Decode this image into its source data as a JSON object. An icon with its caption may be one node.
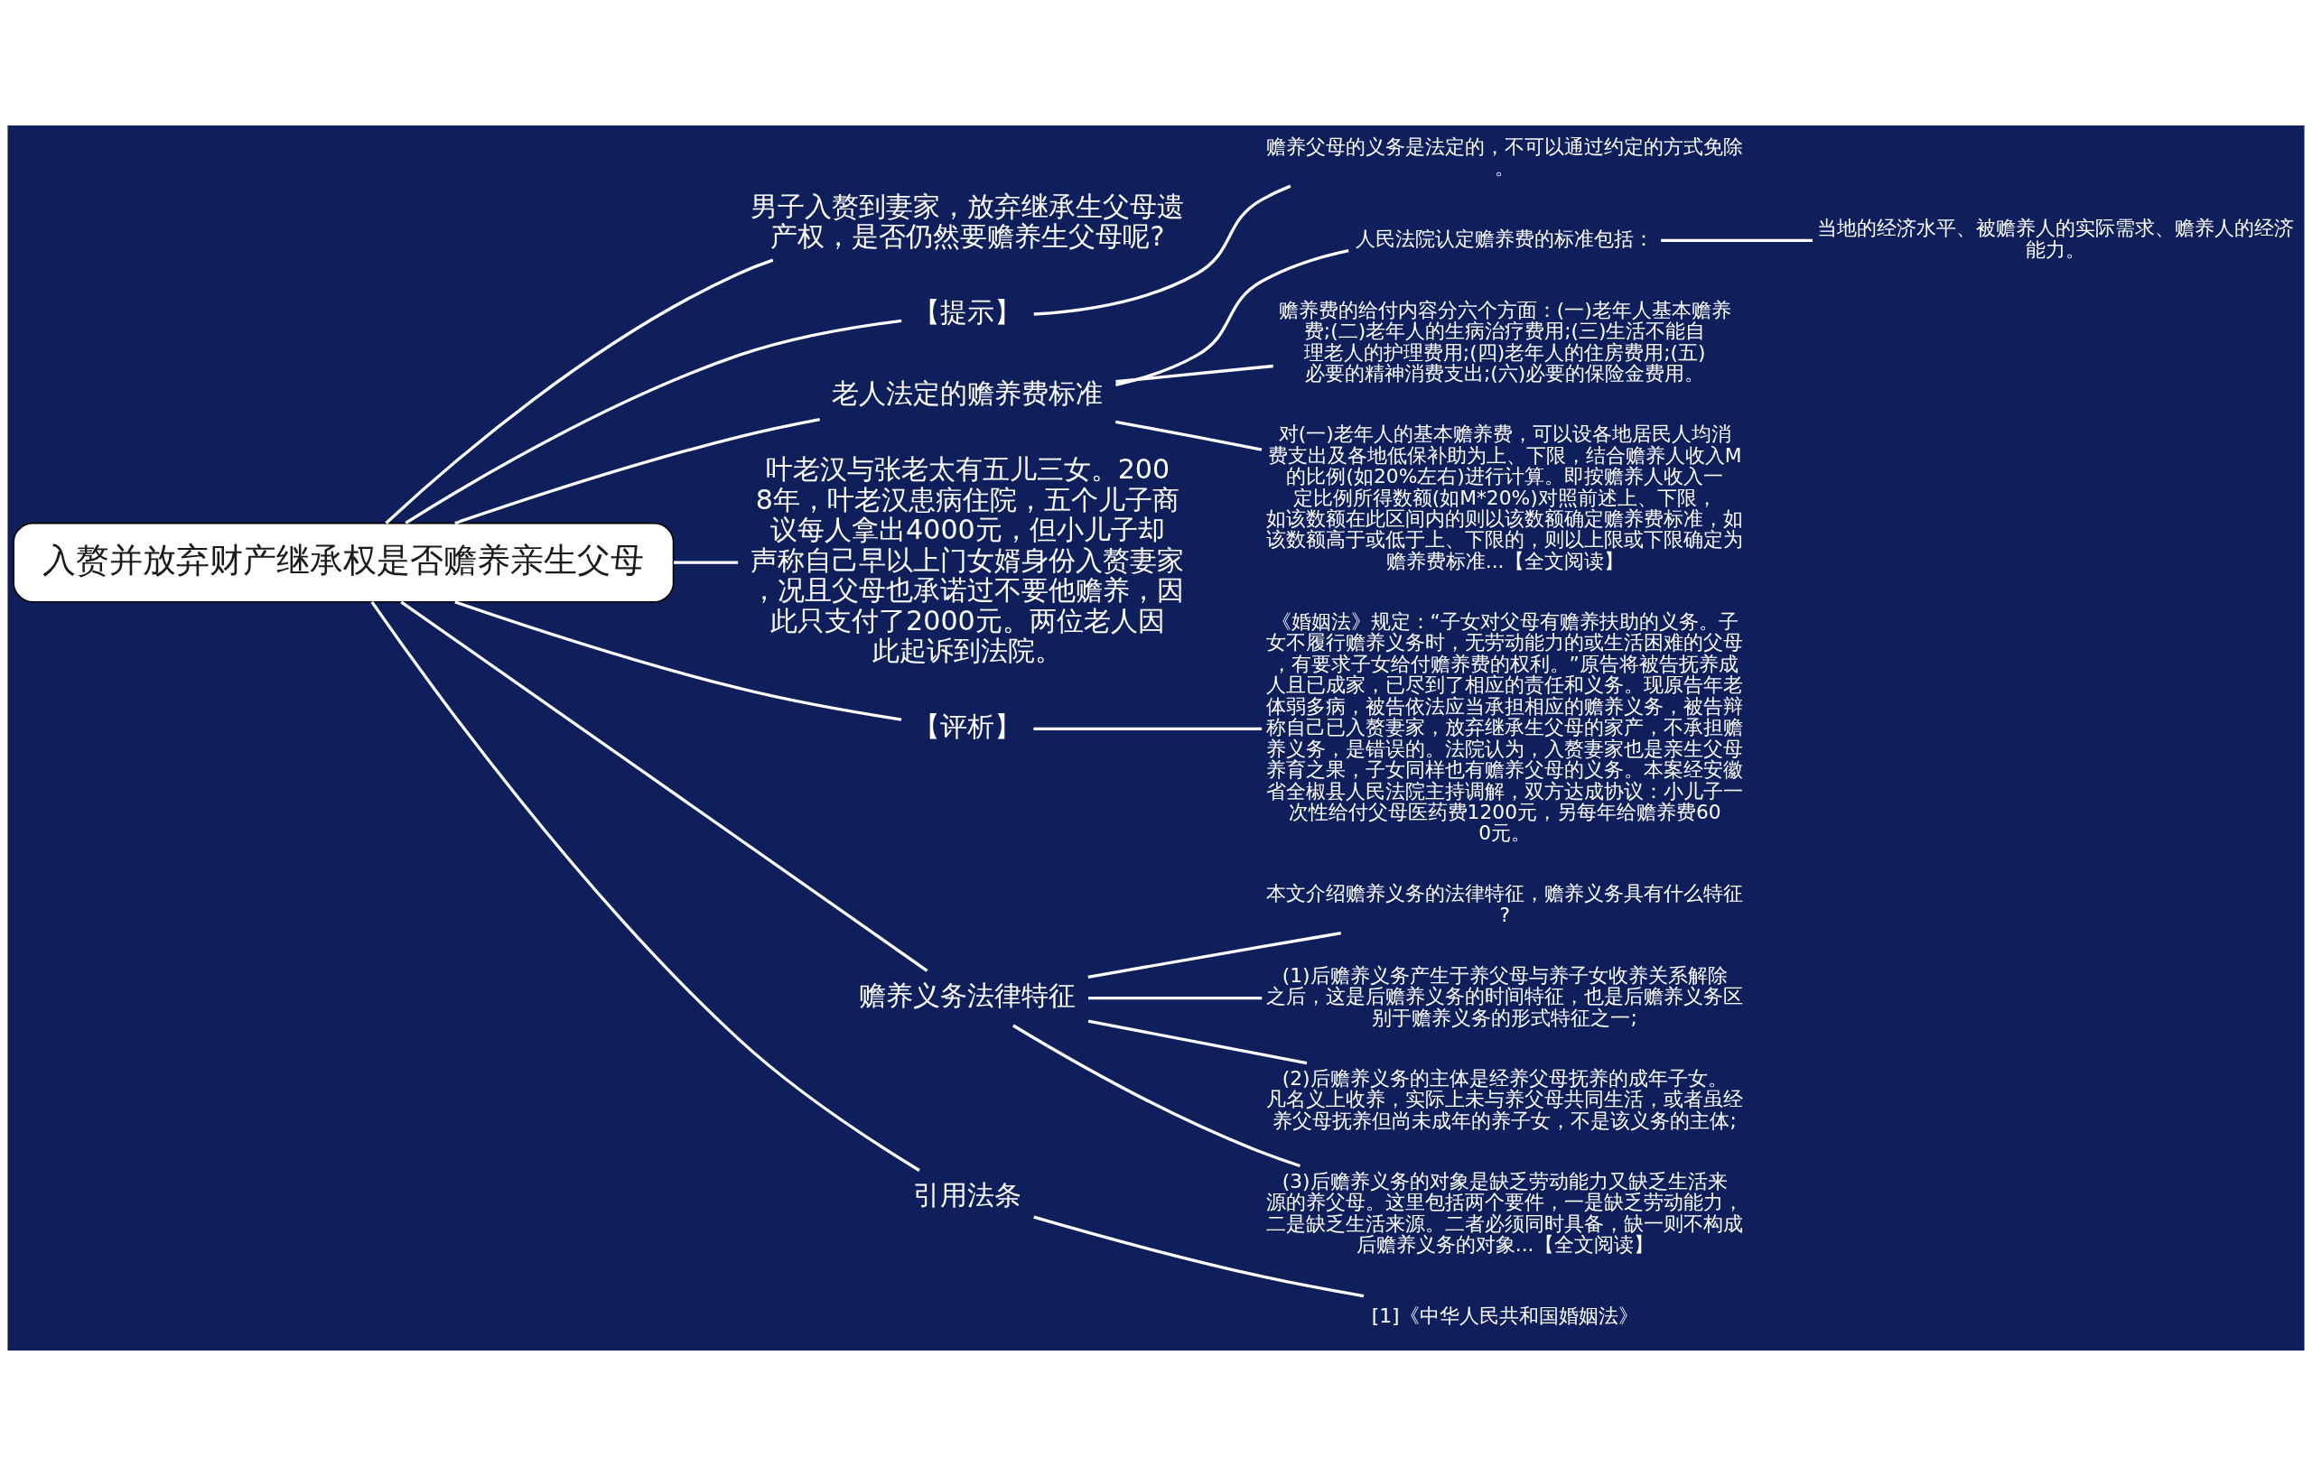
{
  "diagram": {
    "nodes": [
      {
        "text": [
          "入赘并放弃财产继承权是否赡养亲生父母"
        ]
      },
      {
        "text": [
          "男子入赘到妻家，放弃继承生父母遗产权，是否仍然要赡养生父母呢?"
        ]
      },
      {
        "text": [
          "【提示】"
        ]
      },
      {
        "text": [
          "赡养父母的义务是法定的，不可以通过约定的方式免除。"
        ]
      },
      {
        "text": [
          "老人法定的赡养费标准"
        ]
      },
      {
        "text": [
          "人民法院认定赡养费的标准包括："
        ]
      },
      {
        "text": [
          "当地的经济水平、被赡养人的实际需求、赡养人的经济能力。"
        ]
      },
      {
        "text": [
          "赡养费的给付内容分六个方面：(一)老年人基本赡养费;(二)老年人的生病治疗费用;(三)生活不能自理老人的护理费用;(四)老年人的住房费用;(五)必要的精神消费支出;(六)必要的保险金费用。"
        ]
      },
      {
        "text": [
          "对(一)老年人的基本赡养费，可以设各地居民人均消费支出及各地低保补助为上、下限，结合赡养人收入M的比例(如20%左右)进行计算。即按赡养人收入一定比例所得数额(如M*20%)对照前述上、下限，如该数额在此区间内的则以该数额确定赡养费标准，如该数额高于或低于上、下限的，则以上限或下限确定为赡养费标准...【全文阅读】"
        ]
      },
      {
        "text": [
          "叶老汉与张老太有五儿三女。2008年，叶老汉患病住院，五个儿子商议每人拿出4000元，但小儿子却声称自己早以上门女婿身份入赘妻家，况且父母也承诺过不要他赡养，因此只支付了2000元。两位老人因此起诉到法院。"
        ]
      },
      {
        "text": [
          "【评析】"
        ]
      },
      {
        "text": [
          "《婚姻法》规定：“子女对父母有赡养扶助的义务。子女不履行赡养义务时，无劳动能力的或生活困难的父母，有要求子女给付赡养费的权利。”原告将被告抚养成人且已成家，已尽到了相应的责任和义务。现原告年老体弱多病，被告依法应当承担相应的赡养义务，被告辩称自己已入赘妻家，放弃继承生父母的家产，不承担赡养义务，是错误的。法院认为，入赘妻家也是亲生父母养育之果，子女同样也有赡养父母的义务。本案经安徽省全椒县人民法院主持调解，双方达成协议：小儿子一次性给付父母医药费1200元，另每年给赡养费600元。"
        ]
      },
      {
        "text": [
          "赡养义务法律特征"
        ]
      },
      {
        "text": [
          "本文介绍赡养义务的法律特征，赡养义务具有什么特征?"
        ]
      },
      {
        "text": [
          "(1)后赡养义务产生于养父母与养子女收养关系解除之后，这是后赡养义务的时间特征，也是后赡养义务区别于赡养义务的形式特征之一;"
        ]
      },
      {
        "text": [
          "(2)后赡养义务的主体是经养父母抚养的成年子女。凡名义上收养，实际上未与养父母共同生活，或者虽经养父母抚养但尚未成年的养子女，不是该义务的主体;"
        ]
      },
      {
        "text": [
          "(3)后赡养义务的对象是缺乏劳动能力又缺乏生活来源的养父母。这里包括两个要件，一是缺乏劳动能力，二是缺乏生活来源。二者必须同时具备，缺一则不构成后赡养义务的对象...【全文阅读】"
        ]
      },
      {
        "text": [
          "引用法条"
        ]
      },
      {
        "text": [
          "[1]《中华人民共和国婚姻法》"
        ]
      }
    ],
    "edges": [
      {
        "from": 0,
        "to": 1,
        "arrow": "none"
      },
      {
        "from": 0,
        "to": 2,
        "arrow": "none"
      },
      {
        "from": 2,
        "to": 3,
        "arrow": "none"
      },
      {
        "from": 0,
        "to": 4,
        "arrow": "none"
      },
      {
        "from": 4,
        "to": 5,
        "arrow": "none"
      },
      {
        "from": 5,
        "to": 6,
        "arrow": "none"
      },
      {
        "from": 4,
        "to": 7,
        "arrow": "none"
      },
      {
        "from": 4,
        "to": 8,
        "arrow": "none"
      },
      {
        "from": 0,
        "to": 9,
        "arrow": "none"
      },
      {
        "from": 0,
        "to": 10,
        "arrow": "none"
      },
      {
        "from": 10,
        "to": 11,
        "arrow": "none"
      },
      {
        "from": 0,
        "to": 12,
        "arrow": "none"
      },
      {
        "from": 12,
        "to": 13,
        "arrow": "none"
      },
      {
        "from": 12,
        "to": 14,
        "arrow": "none"
      },
      {
        "from": 12,
        "to": 15,
        "arrow": "none"
      },
      {
        "from": 12,
        "to": 16,
        "arrow": "none"
      },
      {
        "from": 0,
        "to": 17,
        "arrow": "none"
      },
      {
        "from": 17,
        "to": 18,
        "arrow": "none"
      }
    ]
  }
}
